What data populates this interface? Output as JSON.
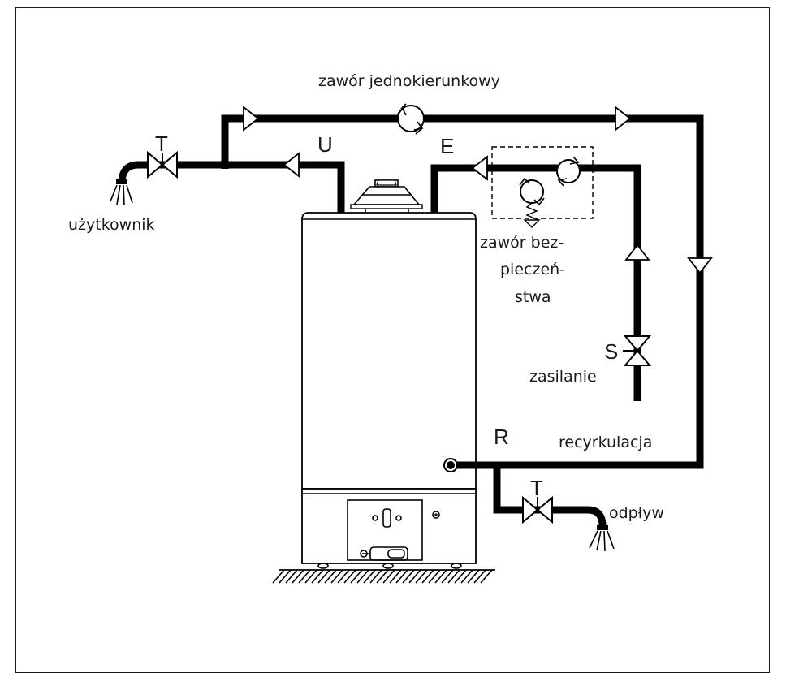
{
  "labels": {
    "check_valve": "zawór jednokierunkowy",
    "user_left": "użytkownik",
    "safety_valve_line1": "zawór bez-",
    "safety_valve_line2": "pieczeń-",
    "safety_valve_line3": "stwa",
    "supply": "zasilanie",
    "recirculation": "recyrkulacja",
    "drain": "odpływ"
  },
  "letters": {
    "tap_left": "T",
    "outlet": "U",
    "expansion": "E",
    "supply_valve": "S",
    "recirc_port": "R",
    "tap_drain": "T"
  },
  "colors": {
    "stroke": "#000000",
    "background": "#ffffff",
    "text": "#1a1a1a"
  }
}
